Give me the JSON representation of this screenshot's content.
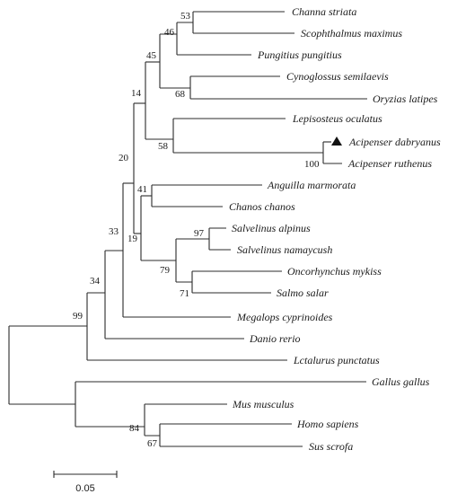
{
  "tree": {
    "taxa": [
      {
        "id": "t1",
        "label": "Channa  striata"
      },
      {
        "id": "t2",
        "label": "Scophthalmus  maximus"
      },
      {
        "id": "t3",
        "label": "Pungitius  pungitius"
      },
      {
        "id": "t4",
        "label": "Cynoglossus  semilaevis"
      },
      {
        "id": "t5",
        "label": "Oryzias  latipes"
      },
      {
        "id": "t6",
        "label": "Lepisosteus  oculatus"
      },
      {
        "id": "t7",
        "label": "Acipenser  dabryanus",
        "marker": "filled-triangle"
      },
      {
        "id": "t8",
        "label": "Acipenser  ruthenus"
      },
      {
        "id": "t9",
        "label": "Anguilla  marmorata"
      },
      {
        "id": "t10",
        "label": "Chanos  chanos"
      },
      {
        "id": "t11",
        "label": "Salvelinus  alpinus"
      },
      {
        "id": "t12",
        "label": "Salvelinus  namaycush"
      },
      {
        "id": "t13",
        "label": "Oncorhynchus  mykiss"
      },
      {
        "id": "t14",
        "label": "Salmo  salar"
      },
      {
        "id": "t15",
        "label": "Megalops  cyprinoides"
      },
      {
        "id": "t16",
        "label": "Danio  rerio"
      },
      {
        "id": "t17",
        "label": "Lctalurus  punctatus"
      },
      {
        "id": "t18",
        "label": "Gallus  gallus"
      },
      {
        "id": "t19",
        "label": "Mus  musculus"
      },
      {
        "id": "t20",
        "label": "Homo  sapiens"
      },
      {
        "id": "t21",
        "label": "Sus  scrofa"
      }
    ],
    "bootstrap": [
      {
        "node": "channa-scophthalmus",
        "value": "53"
      },
      {
        "node": "with-pungitius",
        "value": "46"
      },
      {
        "node": "cynoglossus-oryzias",
        "value": "68"
      },
      {
        "node": "acanthomorph-clade",
        "value": "45"
      },
      {
        "node": "acipenser-pair",
        "value": "100"
      },
      {
        "node": "lepisosteus-acipenser",
        "value": "58"
      },
      {
        "node": "upper-clade",
        "value": "14"
      },
      {
        "node": "anguilla-chanos",
        "value": "41"
      },
      {
        "node": "salvelinus-pair",
        "value": "97"
      },
      {
        "node": "oncorhynchus-salmo",
        "value": "71"
      },
      {
        "node": "salmonid-clade",
        "value": "79"
      },
      {
        "node": "middle-clade",
        "value": "19"
      },
      {
        "node": "fish-core",
        "value": "20"
      },
      {
        "node": "with-megalops",
        "value": "33"
      },
      {
        "node": "with-danio",
        "value": "34"
      },
      {
        "node": "all-fish",
        "value": "99"
      },
      {
        "node": "homo-sus",
        "value": "67"
      },
      {
        "node": "mammals",
        "value": "84"
      }
    ]
  },
  "scale_bar": {
    "label": "0.05"
  }
}
